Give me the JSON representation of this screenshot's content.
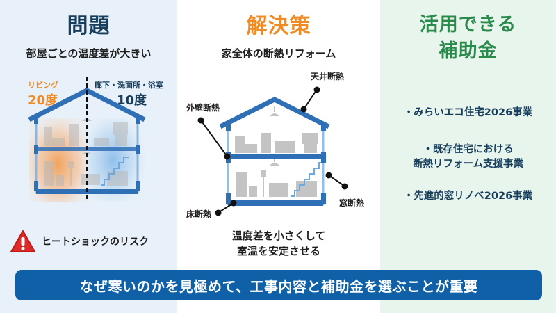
{
  "colors": {
    "left_bg": "#e8f1f9",
    "mid_bg": "#ffffff",
    "right_bg": "#e8f5ed",
    "problem_heading": "#163d5c",
    "solution_heading": "#f08a24",
    "subsidy_heading": "#2a8a4c",
    "house_blue": "#2f6fb6",
    "banner_bg": "#1060a8",
    "warning_red": "#e02a2a",
    "warm": "#f39a4c",
    "cool": "#7fb6e8"
  },
  "problem": {
    "heading": "問題",
    "subtitle": "部屋ごとの温度差が大きい",
    "living_label": "リビング",
    "living_temp": "20度",
    "other_label": "廊下・洗面所・浴室",
    "other_temp": "10度",
    "risk_icon": "warning-triangle-icon",
    "risk_text": "ヒートショックのリスク"
  },
  "solution": {
    "heading": "解決策",
    "subtitle": "家全体の断熱リフォーム",
    "callouts": {
      "ceiling": "天井断熱",
      "wall": "外壁断熱",
      "floor": "床断熱",
      "window": "窓断熱"
    },
    "result_line1": "温度差を小さくして",
    "result_line2": "室温を安定させる"
  },
  "subsidies": {
    "heading_line1": "活用できる",
    "heading_line2": "補助金",
    "items": [
      {
        "line1": "・みらいエコ住宅2026事業",
        "line2": ""
      },
      {
        "line1": "・既存住宅における",
        "line2": "断熱リフォーム支援事業"
      },
      {
        "line1": "・先進的窓リノベ2026事業",
        "line2": ""
      }
    ]
  },
  "banner": {
    "text": "なぜ寒いのかを見極めて、工事内容と補助金を選ぶことが重要"
  }
}
